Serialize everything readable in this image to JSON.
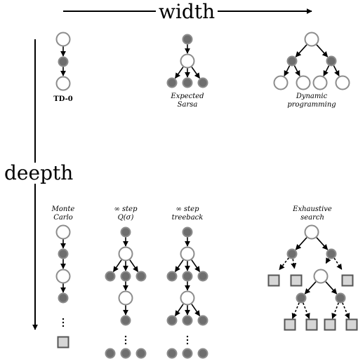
{
  "axes": {
    "width_label": "width",
    "depth_label": "deepth"
  },
  "diagrams": {
    "td0": {
      "label": "TD-0"
    },
    "expected_sarsa": {
      "label_line1": "Expected",
      "label_line2": "Sarsa"
    },
    "dynamic_programming": {
      "label_line1": "Dynamic",
      "label_line2": "programming"
    },
    "monte_carlo": {
      "label_line1": "Monte",
      "label_line2": "Carlo"
    },
    "q_sigma": {
      "label_line1": "∞ step",
      "label_line2": "Q(σ)"
    },
    "treeback": {
      "label_line1": "∞ step",
      "label_line2": "treeback"
    },
    "exhaustive_search": {
      "label_line1": "Exhaustive",
      "label_line2": "search"
    }
  },
  "colors": {
    "state_stroke": "#8c8c8c",
    "action_fill": "#6e6e6e",
    "terminal_fill": "#d6d6d6",
    "terminal_stroke": "#555555",
    "edge": "#000000"
  }
}
